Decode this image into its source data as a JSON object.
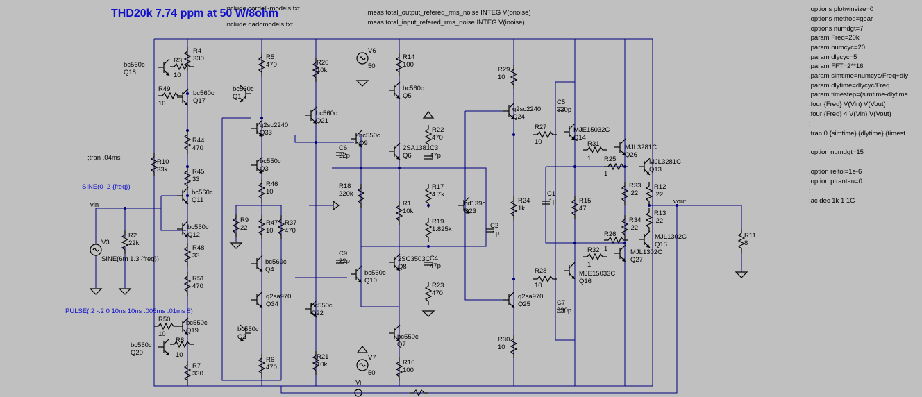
{
  "title": "THD20k 7.74 ppm at 50 W/8ohm",
  "includes": [
    ".include cordell-models.txt",
    ".include dadomodels.txt"
  ],
  "meas": [
    ".meas total_output_refered_rms_noise INTEG V(onoise)",
    ".meas total_input_refered_rms_noise INTEG V(inoise)"
  ],
  "directives": [
    ".options plotwinsize=0",
    ".options method=gear",
    ".options numdgt=7",
    ".param Freq=20k",
    ".param numcyc=20",
    ".param dlycyc=5",
    ".param FFT=2**16",
    ".param simtime=numcyc/Freq+dly",
    ".param dlytime=dlycyc/Freq",
    ".param timestep=(simtime-dlytime",
    ".four {Freq} V(Vin) V(Vout)",
    ".four {Freq} 4 V(Vin) V(Vout)",
    ";",
    ".tran 0 {simtime} {dlytime} {timest",
    "",
    ".option numdgt=15",
    "",
    ".option reltol=1e-6",
    ".option ptrantau=0",
    ";",
    ";ac dec 1k 1 1G"
  ],
  "comment_tran": ";tran .04ms",
  "sources": {
    "sine_big": "SINE(0 .2 {freq})",
    "sine_small": "SINE(6m 1.3 {freq})",
    "pulse": "PULSE(.2 -.2 0 10ns 10ns .005ms .01ms 8)"
  },
  "nets": {
    "vin": "vin",
    "vout": "vout",
    "vi": "Vi"
  },
  "components": [
    {
      "ref": "R4",
      "val": "330"
    },
    {
      "ref": "R3",
      "val": "10"
    },
    {
      "ref": "Q18",
      "val": "bc560c"
    },
    {
      "ref": "R49",
      "val": "10"
    },
    {
      "ref": "Q17",
      "val": "bc560c"
    },
    {
      "ref": "R10",
      "val": "33k"
    },
    {
      "ref": "R44",
      "val": "470"
    },
    {
      "ref": "R45",
      "val": "33"
    },
    {
      "ref": "Q11",
      "val": "bc560c"
    },
    {
      "ref": "Q12",
      "val": "bc550c"
    },
    {
      "ref": "R48",
      "val": "33"
    },
    {
      "ref": "R51",
      "val": "470"
    },
    {
      "ref": "R50",
      "val": "10"
    },
    {
      "ref": "Q19",
      "val": "bc550c"
    },
    {
      "ref": "R8",
      "val": "10"
    },
    {
      "ref": "Q20",
      "val": "bc550c"
    },
    {
      "ref": "R7",
      "val": "330"
    },
    {
      "ref": "R2",
      "val": "22k"
    },
    {
      "ref": "V3",
      "val": ""
    },
    {
      "ref": "R5",
      "val": "470"
    },
    {
      "ref": "Q1",
      "val": "bc560c"
    },
    {
      "ref": "Q33",
      "val": "q2sc2240"
    },
    {
      "ref": "Q3",
      "val": "bc550c"
    },
    {
      "ref": "R46",
      "val": "10"
    },
    {
      "ref": "R9",
      "val": "22"
    },
    {
      "ref": "R47",
      "val": "10"
    },
    {
      "ref": "R37",
      "val": "470"
    },
    {
      "ref": "Q4",
      "val": "bc560c"
    },
    {
      "ref": "Q34",
      "val": "q2sa970"
    },
    {
      "ref": "Q2",
      "val": "bc550c"
    },
    {
      "ref": "R6",
      "val": "470"
    },
    {
      "ref": "R20",
      "val": "10k"
    },
    {
      "ref": "Q21",
      "val": "bc560c"
    },
    {
      "ref": "Q22",
      "val": "bc550c"
    },
    {
      "ref": "R21",
      "val": "10k"
    },
    {
      "ref": "V6",
      "val": "50"
    },
    {
      "ref": "V7",
      "val": "50"
    },
    {
      "ref": "R14",
      "val": "100"
    },
    {
      "ref": "Q5",
      "val": "bc560c"
    },
    {
      "ref": "Q9",
      "val": "bc550c"
    },
    {
      "ref": "C6",
      "val": "22p"
    },
    {
      "ref": "Q6",
      "val": "2SA1381C"
    },
    {
      "ref": "R18",
      "val": "220k"
    },
    {
      "ref": "R1",
      "val": "10k"
    },
    {
      "ref": "C9",
      "val": "22p"
    },
    {
      "ref": "Q8",
      "val": "2SC3503C"
    },
    {
      "ref": "Q10",
      "val": "bc560c"
    },
    {
      "ref": "Q7",
      "val": "bc550c"
    },
    {
      "ref": "R16",
      "val": "100"
    },
    {
      "ref": "R22",
      "val": "470"
    },
    {
      "ref": "C3",
      "val": "47p"
    },
    {
      "ref": "R17",
      "val": "4.7k"
    },
    {
      "ref": "R19",
      "val": "1.825k"
    },
    {
      "ref": "Q23",
      "val": "bd139c"
    },
    {
      "ref": "C2",
      "val": ".1µ"
    },
    {
      "ref": "C4",
      "val": "47p"
    },
    {
      "ref": "R23",
      "val": "470"
    },
    {
      "ref": "R29",
      "val": "10"
    },
    {
      "ref": "Q24",
      "val": "q2sc2240"
    },
    {
      "ref": "R24",
      "val": "1k"
    },
    {
      "ref": "R28",
      "val": "10"
    },
    {
      "ref": "Q25",
      "val": "q2sa970"
    },
    {
      "ref": "R30",
      "val": "10"
    },
    {
      "ref": "C5",
      "val": "330p"
    },
    {
      "ref": "R27",
      "val": "10"
    },
    {
      "ref": "Q14",
      "val": "MJE15032C"
    },
    {
      "ref": "R31",
      "val": "1"
    },
    {
      "ref": "R25",
      "val": "1"
    },
    {
      "ref": "C1",
      "val": ".1µ"
    },
    {
      "ref": "R15",
      "val": "47"
    },
    {
      "ref": "R26",
      "val": "1"
    },
    {
      "ref": "R32",
      "val": "1"
    },
    {
      "ref": "Q16",
      "val": "MJE15033C"
    },
    {
      "ref": "C7",
      "val": "330p"
    },
    {
      "ref": "Q26",
      "val": "MJL3281C"
    },
    {
      "ref": "Q13",
      "val": "MJL3281C"
    },
    {
      "ref": "R33",
      "val": ".22"
    },
    {
      "ref": "R12",
      "val": ".22"
    },
    {
      "ref": "R34",
      "val": ".22"
    },
    {
      "ref": "R13",
      "val": ".22"
    },
    {
      "ref": "Q15",
      "val": "MJL1302C"
    },
    {
      "ref": "Q27",
      "val": "MJL1302C"
    },
    {
      "ref": "R11",
      "val": "8"
    }
  ],
  "colors": {
    "background": "#c0c0c0",
    "wire": "#000080",
    "component": "#000000",
    "title": "#1010c8"
  }
}
